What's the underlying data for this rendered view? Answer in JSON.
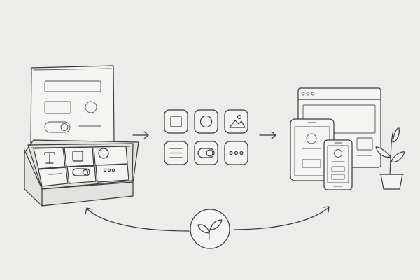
{
  "colors": {
    "background": "#ececea",
    "ink": "#3a3a3a",
    "panel": "#f4f4f2"
  },
  "diagram": {
    "kit_box": {
      "tiles": [
        "text-tile-icon",
        "square-tile-icon",
        "circle-tile-icon",
        "line-tile-icon",
        "toggle-tile-icon",
        "dots-tile-icon"
      ]
    },
    "component_grid": {
      "items": [
        "square-icon",
        "circle-icon",
        "image-icon",
        "list-icon",
        "toggle-icon",
        "more-dots-icon"
      ]
    },
    "devices": [
      "browser-window-icon",
      "tablet-icon",
      "phone-icon"
    ],
    "decor": [
      "plant-pot-icon",
      "leaf-badge-icon"
    ],
    "connectors": [
      "arrow-kit-to-grid",
      "arrow-grid-to-devices",
      "cycle-arc-left",
      "cycle-arc-right"
    ]
  }
}
